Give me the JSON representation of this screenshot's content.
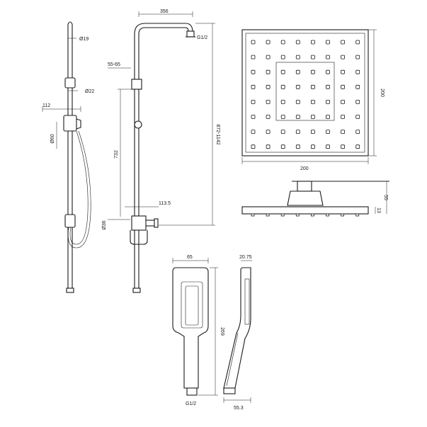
{
  "dimensions": {
    "d_tube_small": "Ø19",
    "d_tube_large": "Ø22",
    "wall_offset": "112",
    "d_holder": "Ø60",
    "top_width": "356",
    "arm_thread": "G1/2",
    "bracket_spacing": "55-65",
    "vertical_distance": "732",
    "total_height": "872-1142",
    "mixer_offset": "113.5",
    "mixer_d": "Ø36",
    "head_width_top": "200",
    "head_height": "200",
    "head_width_bottom": "200",
    "arm_height": "55",
    "head_thickness": "13",
    "hand_width": "65",
    "hand_depth": "20.75",
    "hand_length": "269",
    "hand_thread": "G1/2",
    "hand_side_depth": "55.3"
  }
}
